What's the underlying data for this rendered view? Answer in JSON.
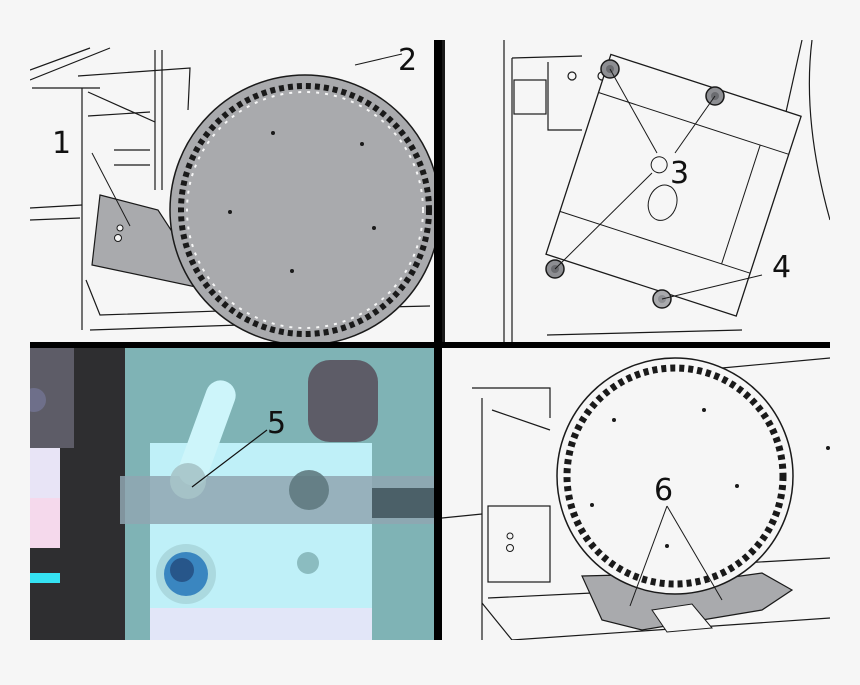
{
  "figure": {
    "panels": [
      {
        "id": "top-left",
        "description": "Tool magazine carousel with shroud",
        "callouts": [
          {
            "label": "1"
          },
          {
            "label": "2"
          }
        ]
      },
      {
        "id": "top-right",
        "description": "Bracket plate with mounting bolts",
        "callouts": [
          {
            "label": "3"
          },
          {
            "label": "4"
          }
        ]
      },
      {
        "id": "bottom-left",
        "description": "3D close-up of pin in bracket",
        "callouts": [
          {
            "label": "5"
          }
        ]
      },
      {
        "id": "bottom-right",
        "description": "Carousel with lower cover plates",
        "callouts": [
          {
            "label": "6"
          }
        ]
      }
    ],
    "colors": {
      "background": "#f6f6f6",
      "divider": "#000000",
      "shaded_part": "#a9aaad",
      "line": "#1a1a1a",
      "cad_teal": "#7fb3b5",
      "cad_cyan": "#bff0f8",
      "cad_dark": "#2e2e30",
      "cad_slate": "#5d5c67"
    }
  }
}
